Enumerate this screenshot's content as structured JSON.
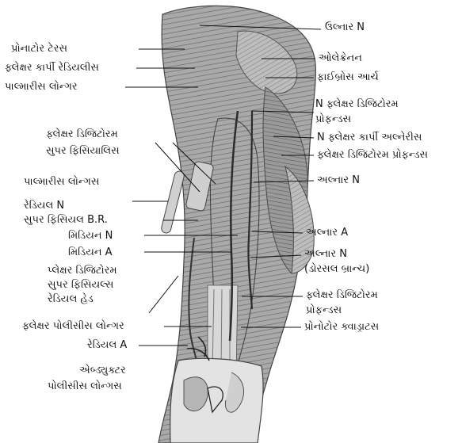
{
  "labels": {
    "ulnar_n_top": "ઉલ્નાર N",
    "olecranon": "ઓલેક્રેનન",
    "fibrous_arch": "ફાઈબ્રોસ આર્ચ",
    "n_fdp_line1": "N ફ્લેક્ષર ડિજિટોરમ",
    "n_fdp_line2": "પ્રોફન્ડસ",
    "n_fcu": "N ફ્લેક્ષર કાર્પી અલ્નેરીસ",
    "fdp_right": "ફ્લેક્ષર ડિજિટોરમ પ્રોફન્ડસ",
    "ulnar_n_mid": "અલ્નાર N",
    "ulnar_a": "અલ્નાર A",
    "ulnar_n_dorsal_line1": "અલ્નાર N",
    "ulnar_n_dorsal_line2": "(ડોરસલ બ્રાન્ચ)",
    "fdp_lower_line1": "ફ્લેક્ષર ડિજિટોરમ",
    "fdp_lower_line2": "પ્રોફન્ડસ",
    "pronator_quadratus": "પ્રોનોટોર ક્વાડ્રાટસ",
    "pronator_teres": "પ્રોનાટોર ટેરસ",
    "fcr": "ફ્લેક્ષર કાર્પી રેડિયલીસ",
    "palmaris_longus_top": "પાલ્મારીસ લોન્ગર",
    "fds_line1": "ફ્લેક્ષર ડિજિટોરમ",
    "fds_line2": "સુપર ફિસિયાલિસ",
    "palmaris_longus_mid": "પાલ્મારીસ લોન્ગસ",
    "radial_n_line1": "રેડિયલ N",
    "radial_n_line2": "સુપર ફિસિયલ B.R.",
    "median_n": "મિડિયન N",
    "median_a": "મિડિયન A",
    "fds_radial_line1": "પ્લેક્ષર ડિજિટોરમ",
    "fds_radial_line2": "સુપર ફિસિયલ્સ",
    "fds_radial_line3": "રેડિયલ હેડ",
    "fpl": "ફ્લેક્ષર પોલીસીસ લોન્ગર",
    "radial_a": "રેડિયલ A",
    "apl_line1": "એબ્ડ્યુક્ટર",
    "apl_line2": "પોલીસીસ લોન્ગસ"
  },
  "colors": {
    "ink": "#111111",
    "muscle_dark": "#6f6f6f",
    "muscle_mid": "#9c9c9c",
    "muscle_light": "#c9c9c9",
    "tendon": "#e6e6e6",
    "background": "#ffffff"
  }
}
